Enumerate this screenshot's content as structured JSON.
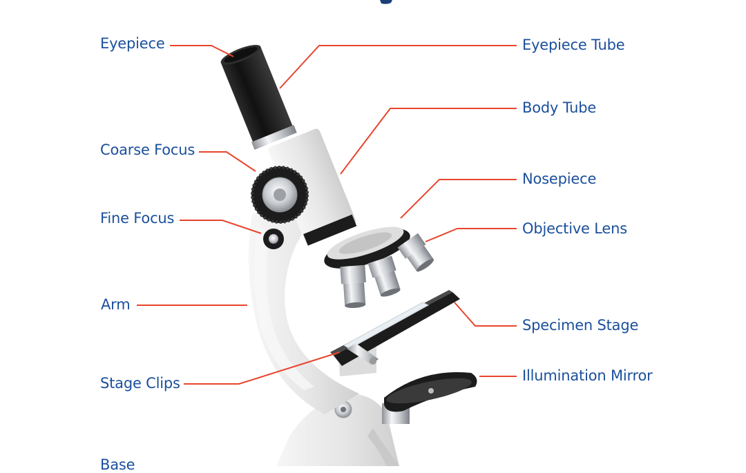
{
  "colors": {
    "label_text": "#1b4f9c",
    "leader_line": "#e8442c",
    "body": "#e9e9e9",
    "black_parts": "#1a1a1a",
    "chrome": "#b8bcc2"
  },
  "labels": {
    "eyepiece": "Eyepiece",
    "eyepiece_tube": "Eyepiece Tube",
    "body_tube": "Body Tube",
    "coarse_focus": "Coarse Focus",
    "nosepiece": "Nosepiece",
    "fine_focus": "Fine Focus",
    "objective_lens": "Objective Lens",
    "arm": "Arm",
    "specimen_stage": "Specimen Stage",
    "stage_clips": "Stage Clips",
    "illumination_mirror": "Illumination Mirror",
    "base": "Base"
  }
}
